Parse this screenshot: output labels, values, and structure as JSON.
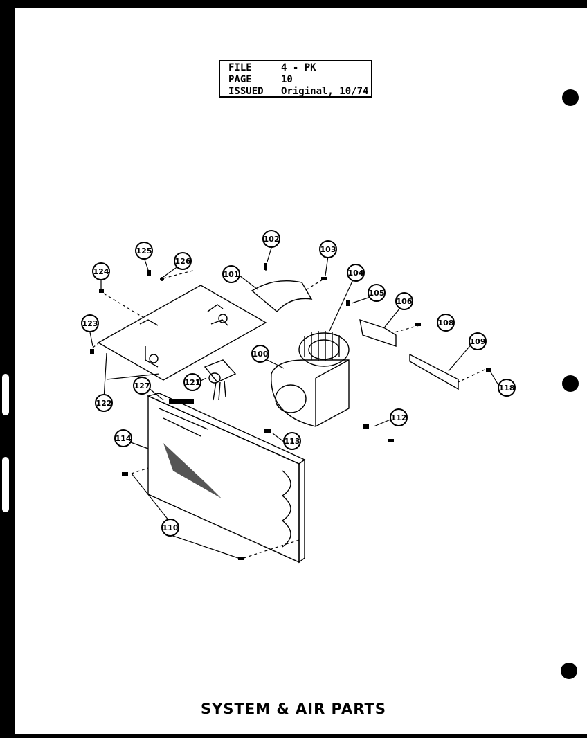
{
  "header": {
    "rows": [
      {
        "key": "FILE",
        "value": "4 - PK"
      },
      {
        "key": "PAGE",
        "value": "10"
      },
      {
        "key": "ISSUED",
        "value": "Original, 10/74"
      }
    ]
  },
  "title": "SYSTEM & AIR PARTS",
  "callouts": [
    "124",
    "125",
    "126",
    "123",
    "122",
    "101",
    "102",
    "103",
    "104",
    "105",
    "106",
    "108",
    "100",
    "121",
    "127",
    "114",
    "110",
    "112",
    "113",
    "109",
    "118"
  ]
}
